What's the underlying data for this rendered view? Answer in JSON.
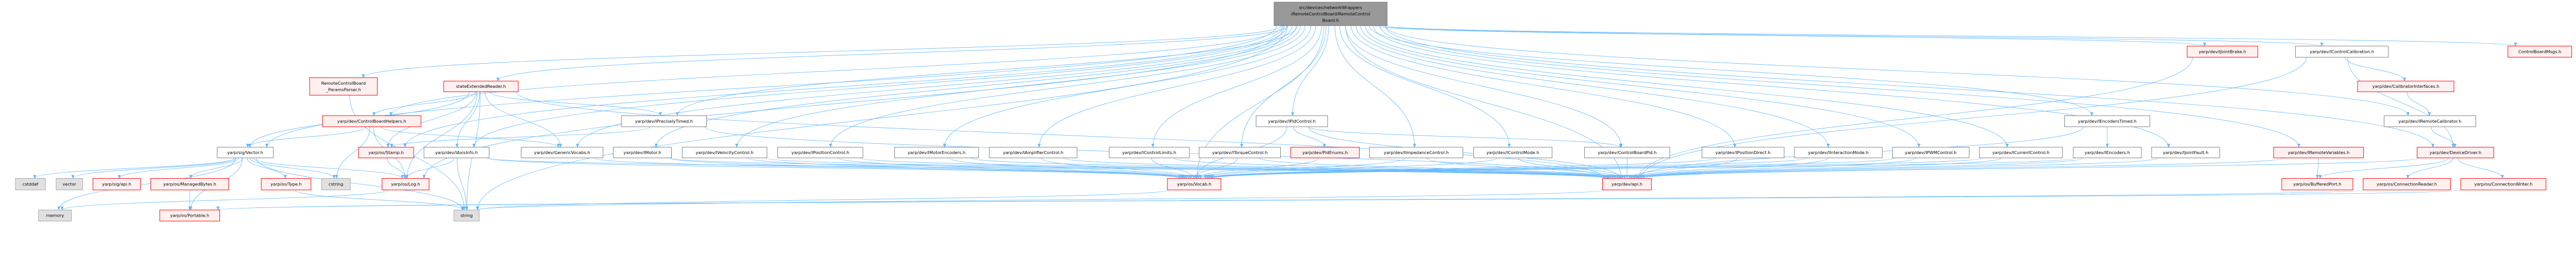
{
  "graph": {
    "title": "include dependency graph",
    "colors": {
      "edge": "#63b8ff",
      "main_fill": "#999999",
      "main_border": "#666666",
      "red_fill": "#fff0f0",
      "red_border": "#ff0000",
      "white_fill": "#ffffff",
      "white_border": "#666666",
      "gray_fill": "#e0e0e0",
      "gray_border": "#999999"
    },
    "nodes": [
      {
        "id": "main",
        "kind": "main",
        "label": [
          "src/devices/networkWrappers",
          "/RemoteControlBoard/RemoteControl",
          "Board.h"
        ]
      },
      {
        "id": "jointbrake",
        "kind": "red",
        "label": [
          "yarp/dev/IJointBrake.h"
        ]
      },
      {
        "id": "controlcalib",
        "kind": "white",
        "label": [
          "yarp/dev/IControlCalibration.h"
        ]
      },
      {
        "id": "cbmsgs",
        "kind": "red",
        "label": [
          "ControlBoardMsgs.h"
        ]
      },
      {
        "id": "paramsparser",
        "kind": "red",
        "label": [
          "RemoteControlBoard",
          "_ParamsParser.h"
        ]
      },
      {
        "id": "stateext",
        "kind": "red",
        "label": [
          "stateExtendedReader.h"
        ]
      },
      {
        "id": "calibif",
        "kind": "red",
        "label": [
          "yarp/dev/CalibratorInterfaces.h"
        ]
      },
      {
        "id": "cbhelpers",
        "kind": "red",
        "label": [
          "yarp/dev/ControlBoardHelpers.h"
        ]
      },
      {
        "id": "precisely",
        "kind": "white",
        "label": [
          "yarp/dev/IPreciselyTimed.h"
        ]
      },
      {
        "id": "pidcontrol",
        "kind": "white",
        "label": [
          "yarp/dev/IPidControl.h"
        ]
      },
      {
        "id": "enctimed",
        "kind": "white",
        "label": [
          "yarp/dev/IEncodersTimed.h"
        ]
      },
      {
        "id": "remotecalib",
        "kind": "white",
        "label": [
          "yarp/dev/IRemoteCalibrator.h"
        ]
      },
      {
        "id": "vector",
        "kind": "white",
        "label": [
          "yarp/sig/Vector.h"
        ]
      },
      {
        "id": "stamp",
        "kind": "red",
        "label": [
          "yarp/os/Stamp.h"
        ]
      },
      {
        "id": "axisinfo",
        "kind": "white",
        "label": [
          "yarp/dev/IAxisInfo.h"
        ]
      },
      {
        "id": "genvocabs",
        "kind": "white",
        "label": [
          "yarp/dev/GenericVocabs.h"
        ]
      },
      {
        "id": "motor",
        "kind": "white",
        "label": [
          "yarp/dev/IMotor.h"
        ]
      },
      {
        "id": "velocity",
        "kind": "white",
        "label": [
          "yarp/dev/IVelocityControl.h"
        ]
      },
      {
        "id": "position",
        "kind": "white",
        "label": [
          "yarp/dev/IPositionControl.h"
        ]
      },
      {
        "id": "motorenc",
        "kind": "white",
        "label": [
          "yarp/dev/IMotorEncoders.h"
        ]
      },
      {
        "id": "amplifier",
        "kind": "white",
        "label": [
          "yarp/dev/IAmplifierControl.h"
        ]
      },
      {
        "id": "limits",
        "kind": "white",
        "label": [
          "yarp/dev/IControlLimits.h"
        ]
      },
      {
        "id": "torque",
        "kind": "white",
        "label": [
          "yarp/dev/ITorqueControl.h"
        ]
      },
      {
        "id": "pidenums",
        "kind": "red",
        "label": [
          "yarp/dev/PidEnums.h"
        ]
      },
      {
        "id": "impedance",
        "kind": "white",
        "label": [
          "yarp/dev/IImpedanceControl.h"
        ]
      },
      {
        "id": "controlmode",
        "kind": "white",
        "label": [
          "yarp/dev/IControlMode.h"
        ]
      },
      {
        "id": "cbpid",
        "kind": "white",
        "label": [
          "yarp/dev/ControlBoardPid.h"
        ]
      },
      {
        "id": "posdirect",
        "kind": "white",
        "label": [
          "yarp/dev/IPositionDirect.h"
        ]
      },
      {
        "id": "interaction",
        "kind": "white",
        "label": [
          "yarp/dev/IInteractionMode.h"
        ]
      },
      {
        "id": "pwm",
        "kind": "white",
        "label": [
          "yarp/dev/IPWMControl.h"
        ]
      },
      {
        "id": "current",
        "kind": "white",
        "label": [
          "yarp/dev/ICurrentControl.h"
        ]
      },
      {
        "id": "encoders",
        "kind": "white",
        "label": [
          "yarp/dev/IEncoders.h"
        ]
      },
      {
        "id": "jointfault",
        "kind": "white",
        "label": [
          "yarp/dev/IJointFault.h"
        ]
      },
      {
        "id": "remotevars",
        "kind": "red",
        "label": [
          "yarp/dev/IRemoteVariables.h"
        ]
      },
      {
        "id": "devicedriver",
        "kind": "red",
        "label": [
          "yarp/dev/DeviceDriver.h"
        ]
      },
      {
        "id": "cstddef",
        "kind": "gray",
        "label": [
          "cstddef"
        ]
      },
      {
        "id": "stdvector",
        "kind": "gray",
        "label": [
          "vector"
        ]
      },
      {
        "id": "sigapi",
        "kind": "red",
        "label": [
          "yarp/sig/api.h"
        ]
      },
      {
        "id": "managedbytes",
        "kind": "red",
        "label": [
          "yarp/os/ManagedBytes.h"
        ]
      },
      {
        "id": "type",
        "kind": "red",
        "label": [
          "yarp/os/Type.h"
        ]
      },
      {
        "id": "cstring",
        "kind": "gray",
        "label": [
          "cstring"
        ]
      },
      {
        "id": "log",
        "kind": "red",
        "label": [
          "yarp/os/Log.h"
        ]
      },
      {
        "id": "vocab",
        "kind": "red",
        "label": [
          "yarp/os/Vocab.h"
        ]
      },
      {
        "id": "devapi",
        "kind": "red",
        "label": [
          "yarp/dev/api.h"
        ]
      },
      {
        "id": "bufferedport",
        "kind": "red",
        "label": [
          "yarp/os/BufferedPort.h"
        ]
      },
      {
        "id": "connreader",
        "kind": "red",
        "label": [
          "yarp/os/ConnectionReader.h"
        ]
      },
      {
        "id": "connwriter",
        "kind": "red",
        "label": [
          "yarp/os/ConnectionWriter.h"
        ]
      },
      {
        "id": "memory",
        "kind": "gray",
        "label": [
          "memory"
        ]
      },
      {
        "id": "portable",
        "kind": "red",
        "label": [
          "yarp/os/Portable.h"
        ]
      },
      {
        "id": "string",
        "kind": "gray",
        "label": [
          "string"
        ]
      }
    ],
    "edges": [
      [
        "main",
        "cbmsgs"
      ],
      [
        "main",
        "jointbrake"
      ],
      [
        "main",
        "controlcalib"
      ],
      [
        "main",
        "remotecalib"
      ],
      [
        "main",
        "devicedriver"
      ],
      [
        "main",
        "remotevars"
      ],
      [
        "main",
        "jointfault"
      ],
      [
        "main",
        "enctimed"
      ],
      [
        "main",
        "current"
      ],
      [
        "main",
        "pwm"
      ],
      [
        "main",
        "interaction"
      ],
      [
        "main",
        "posdirect"
      ],
      [
        "main",
        "cbpid"
      ],
      [
        "main",
        "controlmode"
      ],
      [
        "main",
        "impedance"
      ],
      [
        "main",
        "pidcontrol"
      ],
      [
        "main",
        "torque"
      ],
      [
        "main",
        "limits"
      ],
      [
        "main",
        "amplifier"
      ],
      [
        "main",
        "motorenc"
      ],
      [
        "main",
        "position"
      ],
      [
        "main",
        "velocity"
      ],
      [
        "main",
        "motor"
      ],
      [
        "main",
        "genvocabs"
      ],
      [
        "main",
        "precisely"
      ],
      [
        "main",
        "stateext"
      ],
      [
        "main",
        "cbhelpers"
      ],
      [
        "main",
        "paramsparser"
      ],
      [
        "main",
        "vector"
      ],
      [
        "main",
        "axisinfo"
      ],
      [
        "main",
        "stamp"
      ],
      [
        "main",
        "devapi"
      ],
      [
        "main",
        "vocab"
      ],
      [
        "main",
        "log"
      ],
      [
        "main",
        "string"
      ],
      [
        "paramsparser",
        "string"
      ],
      [
        "stateext",
        "cbhelpers"
      ],
      [
        "stateext",
        "precisely"
      ],
      [
        "stateext",
        "genvocabs"
      ],
      [
        "stateext",
        "stamp"
      ],
      [
        "stateext",
        "axisinfo"
      ],
      [
        "stateext",
        "vector"
      ],
      [
        "stateext",
        "log"
      ],
      [
        "stateext",
        "string"
      ],
      [
        "stateext",
        "devapi"
      ],
      [
        "cbhelpers",
        "vector"
      ],
      [
        "cbhelpers",
        "genvocabs"
      ],
      [
        "cbhelpers",
        "log"
      ],
      [
        "cbhelpers",
        "cstring"
      ],
      [
        "precisely",
        "stamp"
      ],
      [
        "precisely",
        "devapi"
      ],
      [
        "vector",
        "cstddef"
      ],
      [
        "vector",
        "stdvector"
      ],
      [
        "vector",
        "sigapi"
      ],
      [
        "vector",
        "managedbytes"
      ],
      [
        "vector",
        "type"
      ],
      [
        "vector",
        "cstring"
      ],
      [
        "vector",
        "log"
      ],
      [
        "vector",
        "memory"
      ],
      [
        "vector",
        "portable"
      ],
      [
        "vector",
        "string"
      ],
      [
        "managedbytes",
        "portable"
      ],
      [
        "stamp",
        "log"
      ],
      [
        "log",
        "memory"
      ],
      [
        "type",
        "string"
      ],
      [
        "axisinfo",
        "log"
      ],
      [
        "axisinfo",
        "string"
      ],
      [
        "axisinfo",
        "vocab"
      ],
      [
        "axisinfo",
        "devapi"
      ],
      [
        "genvocabs",
        "vocab"
      ],
      [
        "motor",
        "vocab"
      ],
      [
        "motor",
        "devapi"
      ],
      [
        "velocity",
        "vocab"
      ],
      [
        "velocity",
        "devapi"
      ],
      [
        "position",
        "vocab"
      ],
      [
        "position",
        "devapi"
      ],
      [
        "motorenc",
        "vocab"
      ],
      [
        "motorenc",
        "devapi"
      ],
      [
        "amplifier",
        "vocab"
      ],
      [
        "amplifier",
        "devapi"
      ],
      [
        "limits",
        "vocab"
      ],
      [
        "limits",
        "devapi"
      ],
      [
        "torque",
        "vocab"
      ],
      [
        "torque",
        "devapi"
      ],
      [
        "pidcontrol",
        "pidenums"
      ],
      [
        "pidcontrol",
        "cbpid"
      ],
      [
        "pidcontrol",
        "vocab"
      ],
      [
        "pidcontrol",
        "devapi"
      ],
      [
        "pidenums",
        "vocab"
      ],
      [
        "impedance",
        "vocab"
      ],
      [
        "impedance",
        "devapi"
      ],
      [
        "controlmode",
        "vocab"
      ],
      [
        "controlmode",
        "devapi"
      ],
      [
        "cbpid",
        "devapi"
      ],
      [
        "posdirect",
        "vocab"
      ],
      [
        "posdirect",
        "devapi"
      ],
      [
        "interaction",
        "vocab"
      ],
      [
        "interaction",
        "devapi"
      ],
      [
        "pwm",
        "vocab"
      ],
      [
        "pwm",
        "devapi"
      ],
      [
        "current",
        "vocab"
      ],
      [
        "current",
        "devapi"
      ],
      [
        "enctimed",
        "encoders"
      ],
      [
        "enctimed",
        "devapi"
      ],
      [
        "encoders",
        "vocab"
      ],
      [
        "encoders",
        "devapi"
      ],
      [
        "jointfault",
        "devapi"
      ],
      [
        "jointbrake",
        "devapi"
      ],
      [
        "remotevars",
        "bufferedport"
      ],
      [
        "remotevars",
        "devapi"
      ],
      [
        "controlcalib",
        "calibif"
      ],
      [
        "controlcalib",
        "devicedriver"
      ],
      [
        "controlcalib",
        "devapi"
      ],
      [
        "calibif",
        "remotecalib"
      ],
      [
        "remotecalib",
        "devicedriver"
      ],
      [
        "devicedriver",
        "bufferedport"
      ],
      [
        "devicedriver",
        "connreader"
      ],
      [
        "devicedriver",
        "connwriter"
      ],
      [
        "devicedriver",
        "devapi"
      ],
      [
        "vocab",
        "string"
      ],
      [
        "devapi",
        "string"
      ],
      [
        "connreader",
        "portable"
      ],
      [
        "connwriter",
        "portable"
      ]
    ]
  }
}
